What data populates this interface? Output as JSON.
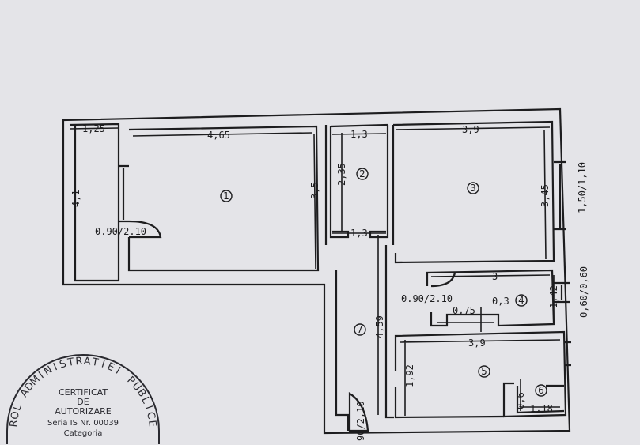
{
  "plan": {
    "rooms": [
      "1",
      "2",
      "3",
      "4",
      "5",
      "6",
      "7"
    ],
    "dimensions": {
      "balcony_width": "1,25",
      "balcony_length": "4,1",
      "room1_width": "4,65",
      "room1_length": "3,5",
      "room1_door": "0.90/2.10",
      "room2_width_top": "1,3",
      "room2_length": "2,35",
      "room2_width_bottom": "1,3",
      "room3_width": "3,9",
      "room3_length": "3,45",
      "room3_window": "1,50/1,10",
      "room4_width": "3",
      "room4_length": "1,42",
      "room4_door": "0.90/2.10",
      "room4_niche_width": "0,75",
      "room4_niche_depth": "0,3",
      "room4_window": "0,60/0,60",
      "hall_length": "4,59",
      "room5_width": "3,9",
      "room5_length": "1,92",
      "room6_length": "0,6",
      "room6_width": "1,18",
      "entrance_door": "90/2,10"
    }
  },
  "stamp": {
    "ring_text": "ROL ADMINISTRATIEI PUBLICE",
    "line1": "CERTIFICAT",
    "line2": "DE",
    "line3": "AUTORIZARE",
    "line4": "Seria IS Nr. 00039",
    "line5": "Categoria"
  }
}
